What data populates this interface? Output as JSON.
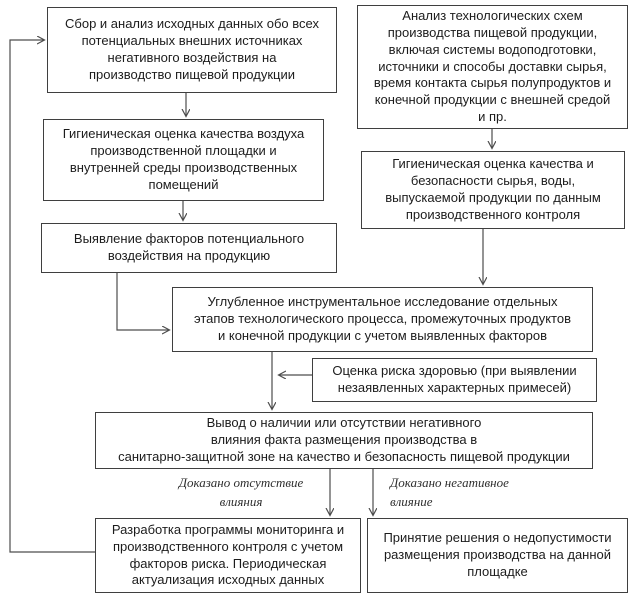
{
  "diagram": {
    "boxes": {
      "collect": "Сбор и анализ исходных данных обо всех\nпотенциальных внешних источниках\nнегативного воздействия на\nпроизводство пищевой продукции",
      "tech_analysis": "Анализ технологических схем\nпроизводства пищевой продукции,\nвключая системы водоподготовки,\nисточники и способы доставки сырья,\nвремя контакта сырья полупродуктов и\nконечной продукции с внешней средой\nи пр.",
      "air_quality": "Гигиеническая оценка качества воздуха\nпроизводственной площадки и\nвнутренней среды производственных\nпомещений",
      "raw_quality": "Гигиеническая оценка качества и\nбезопасности сырья, воды,\nвыпускаемой продукции по данным\nпроизводственного контроля",
      "factors": "Выявление факторов потенциального\nвоздействия на продукцию",
      "instrumental": "Углубленное инструментальное исследование отдельных\nэтапов технологического процесса, промежуточных продуктов\nи  конечной продукции с учетом выявленных факторов",
      "risk": "Оценка риска здоровью (при выявлении\nнезаявленных характерных примесей)",
      "conclusion": "Вывод о наличии или отсутствии негативного\nвлияния факта размещения производства в\nсанитарно-защитной зоне на качество и безопасность пищевой продукции",
      "monitoring": "Разработка программы мониторинга и\nпроизводственного контроля с учетом\nфакторов риска. Периодическая\nактуализация исходных данных",
      "decision": "Принятие решения о недопустимости\nразмещения производства на данной\nплощадке"
    },
    "edge_labels": {
      "no_influence": "Доказано отсутствие\nвлияния",
      "negative_influence": "Доказано негативное\nвлияние"
    },
    "colors": {
      "line": "#4d4d4d",
      "border": "#3f3f3f",
      "text": "#1c1c1c"
    }
  }
}
